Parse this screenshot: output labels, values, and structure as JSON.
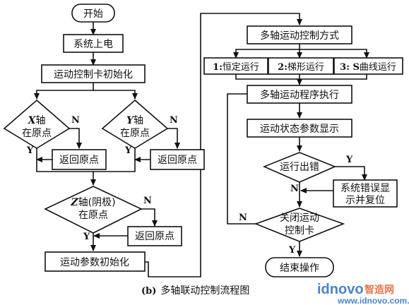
{
  "nodes": {
    "start": "开始",
    "power_on": "系统上电",
    "card_init": "运动控制卡初始化",
    "x_axis_var": "X",
    "x_axis_q1": "轴",
    "x_axis_q2": "在原点",
    "y_axis_var": "Y",
    "y_axis_q1": "轴",
    "y_axis_q2": "在原点",
    "x_return": "返回原点",
    "y_return": "返回原点",
    "z_axis_var": "Z",
    "z_axis_q1": "轴(阴极)",
    "z_axis_q2": "在原点",
    "z_return": "返回原点",
    "param_init": "运动参数初始化",
    "control_mode": "多轴运动控制方式",
    "mode1_num": "1:",
    "mode1_text": "恒定运行",
    "mode2_num": "2:",
    "mode2_text": "梯形运行",
    "mode3_num": "3: S",
    "mode3_text": "曲线运行",
    "program_exec": "多轴运动程序执行",
    "status_display": "运动状态参数显示",
    "run_error": "运行出错",
    "error_display_1": "系统错误显",
    "error_display_2": "示并复位",
    "close_card_1": "关闭运动",
    "close_card_2": "控制卡",
    "end": "结束操作"
  },
  "branch_labels": {
    "x_no": "N",
    "x_yes": "Y",
    "y_no": "N",
    "y_yes": "Y",
    "z_no": "N",
    "z_yes": "Y",
    "err_yes": "Y",
    "err_no": "N",
    "close_no": "N",
    "close_yes": "Y"
  },
  "caption": {
    "label": "(b)",
    "text": "多轴联动控制流程图"
  },
  "watermark": {
    "brand": "idnovo",
    "cn": "智造网",
    "web": "www.idnovo.com.cn"
  }
}
